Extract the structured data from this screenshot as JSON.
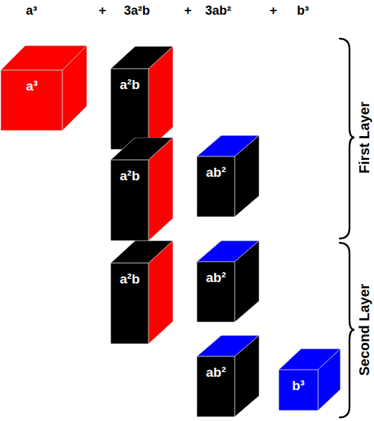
{
  "diagram": {
    "nodes": [
      {
        "text": [
          "a³"
        ]
      },
      {
        "text": [
          "a²b"
        ]
      },
      {
        "text": [
          "a²b"
        ]
      },
      {
        "text": [
          "ab²"
        ]
      },
      {
        "text": [
          "a²b"
        ]
      },
      {
        "text": [
          "ab²"
        ]
      },
      {
        "text": [
          "ab²"
        ]
      },
      {
        "text": [
          "b³"
        ]
      }
    ],
    "labels": [
      "a³",
      "+",
      "3a²b",
      "+",
      "3ab²",
      "+",
      "b³",
      "First Layer",
      "Second Layer"
    ]
  }
}
